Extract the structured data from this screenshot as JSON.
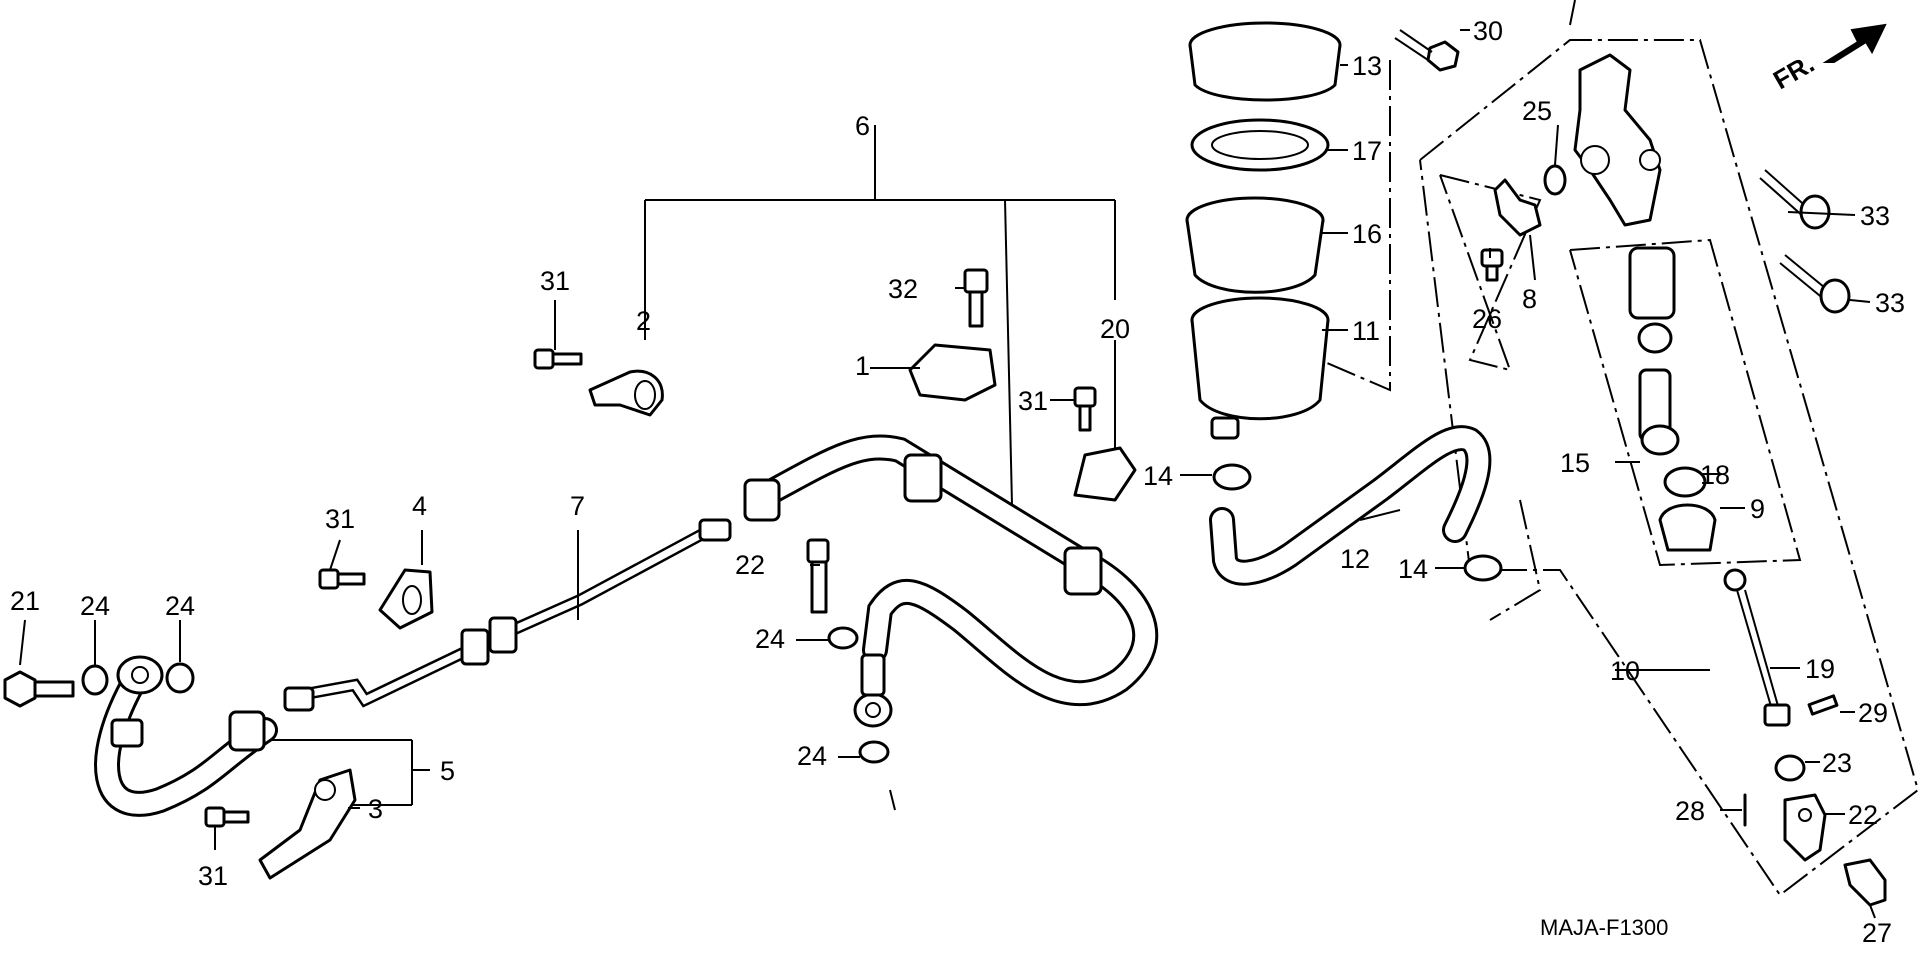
{
  "diagram": {
    "code": "MAJA-F1300",
    "direction": "FR.",
    "callouts": [
      "1",
      "2",
      "3",
      "4",
      "5",
      "6",
      "7",
      "8",
      "9",
      "10",
      "11",
      "12",
      "13",
      "14",
      "14",
      "15",
      "16",
      "17",
      "18",
      "19",
      "20",
      "21",
      "22",
      "22",
      "23",
      "24",
      "24",
      "24",
      "24",
      "25",
      "26",
      "27",
      "28",
      "29",
      "30",
      "31",
      "31",
      "31",
      "31",
      "32",
      "33",
      "33"
    ],
    "icons": [
      "front-direction-arrow-icon"
    ]
  }
}
